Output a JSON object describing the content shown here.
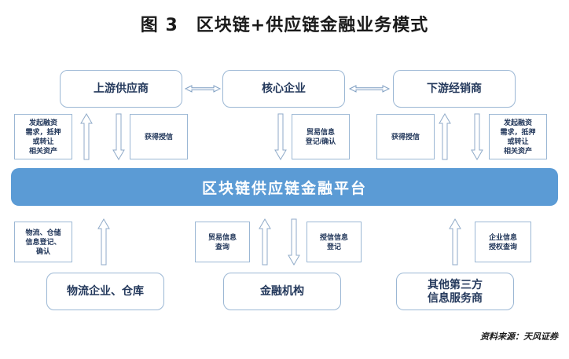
{
  "title": "图 3　区块链+供应链金融业务模式",
  "platform": {
    "label": "区块链供应链金融平台"
  },
  "top_entities": [
    {
      "name": "upstream-supplier",
      "label": "上游供应商"
    },
    {
      "name": "core-enterprise",
      "label": "核心企业"
    },
    {
      "name": "downstream-distributor",
      "label": "下游经销商"
    }
  ],
  "bottom_entities": [
    {
      "name": "logistics-warehouse",
      "label": "物流企业、仓库"
    },
    {
      "name": "financial-institution",
      "label": "金融机构"
    },
    {
      "name": "third-party-info-provider",
      "label": "其他第三方\n信息服务商",
      "line1": "其他第三方",
      "line2": "信息服务商"
    }
  ],
  "upper_labels": [
    {
      "name": "initiate-financing-left",
      "label": "发起融资需求，抵押或转让相关资产",
      "lines": [
        "发起融资",
        "需求，抵押",
        "或转让",
        "相关资产"
      ]
    },
    {
      "name": "obtain-credit-left",
      "label": "获得授信",
      "lines": [
        "获得授信"
      ]
    },
    {
      "name": "trade-info-register-confirm",
      "label": "贸易信息登记/确认",
      "lines": [
        "贸易信息",
        "登记/确认"
      ]
    },
    {
      "name": "obtain-credit-right",
      "label": "获得授信",
      "lines": [
        "获得授信"
      ]
    },
    {
      "name": "initiate-financing-right",
      "label": "发起融资需求，抵押或转让相关资产",
      "lines": [
        "发起融资",
        "需求，抵押",
        "或转让",
        "相关资产"
      ]
    }
  ],
  "lower_labels": [
    {
      "name": "logistics-storage-info",
      "label": "物流、仓储信息登记、确认",
      "lines": [
        "物流、仓储",
        "信息登记、",
        "确认"
      ]
    },
    {
      "name": "trade-info-query",
      "label": "贸易信息查询",
      "lines": [
        "贸易信息",
        "查询"
      ]
    },
    {
      "name": "credit-info-register",
      "label": "授信信息登记",
      "lines": [
        "授信信息",
        "登记"
      ]
    },
    {
      "name": "enterprise-info-auth-query",
      "label": "企业信息授权查询",
      "lines": [
        "企业信息",
        "授权查询"
      ]
    }
  ],
  "source": "资料来源：天风证券",
  "colors": {
    "platform_fill": "#5B9BD5",
    "box_border": "#9BB7D4",
    "text": "#24395C",
    "arrow_stroke": "#8FAAC8"
  }
}
